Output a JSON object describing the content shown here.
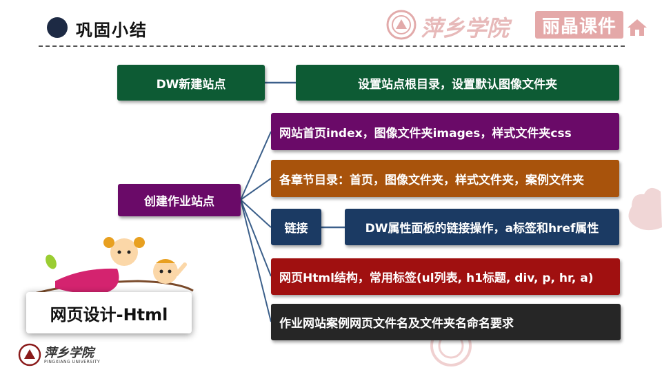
{
  "header": {
    "title": "巩固小结",
    "school_name": "萍乡学院",
    "brand": "丽晶课件"
  },
  "mindmap": {
    "top_left": "DW新建站点",
    "top_right": "设置站点根目录，设置默认图像文件夹",
    "center": "创建作业站点",
    "branches": [
      "网站首页index，图像文件夹images，样式文件夹css",
      "各章节目录：首页，图像文件夹，样式文件夹，案例文件夹",
      "链接",
      "网页Html结构，常用标签(ul列表, h1标题, div, p, hr, a)",
      "作业网站案例网页文件名及文件夹名命名要求"
    ],
    "link_detail": "DW属性面板的链接操作，a标签和href属性"
  },
  "course": {
    "label": "网页设计-Html"
  },
  "footer": {
    "school_name": "萍乡学院",
    "school_name_en": "PINGXIANG UNIVERSITY"
  },
  "colors": {
    "green": "#0d5b34",
    "purple": "#6a0a68",
    "brown": "#a8530c",
    "navy": "#1b3a63",
    "red": "#a01010",
    "dark": "#262626",
    "connector": "#3b5f8a"
  }
}
